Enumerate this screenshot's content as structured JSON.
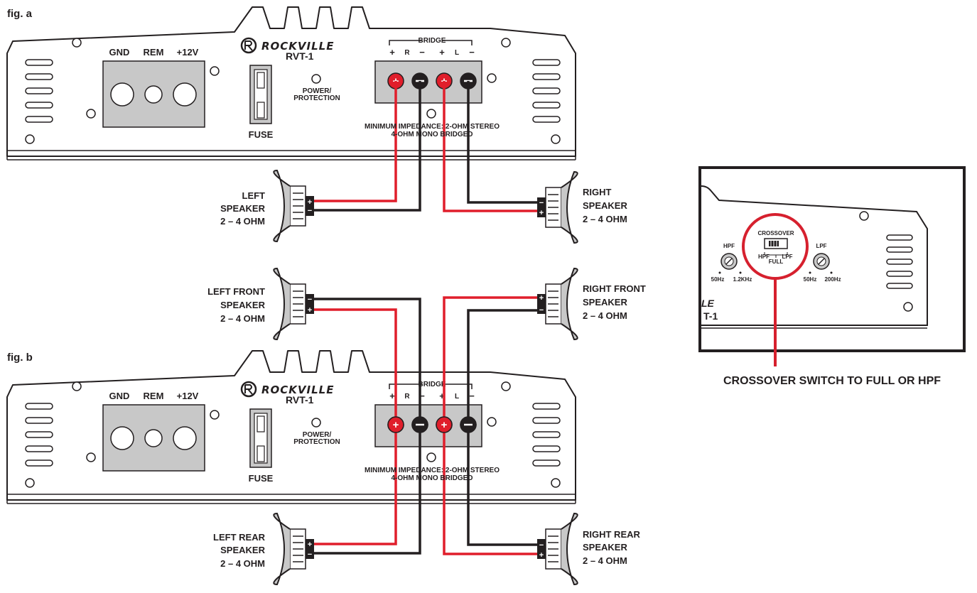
{
  "colors": {
    "wire_pos": "#e01e2b",
    "wire_neg": "#231f20",
    "panel": "#c8c8c8",
    "outline": "#231f20",
    "highlight": "#d6202e"
  },
  "figures": {
    "a": "fig. a",
    "b": "fig. b"
  },
  "amp": {
    "brand": "ROCKVILLE",
    "model": "RVT-1",
    "power_terminals": [
      "GND",
      "REM",
      "+12V"
    ],
    "fuse": "FUSE",
    "power_led": [
      "POWER/",
      "PROTECTION"
    ],
    "bridge": "BRIDGE",
    "speaker_terminals": [
      "+",
      "R",
      "−",
      "+",
      "L",
      "−"
    ],
    "impedance_note": [
      "MINIMUM IMPEDANCE: 2-OHM STEREO",
      "4-OHM MONO BRIDGED"
    ]
  },
  "speakers": {
    "left": [
      "LEFT",
      "SPEAKER",
      "2 – 4 OHM"
    ],
    "right": [
      "RIGHT",
      "SPEAKER",
      "2 – 4 OHM"
    ],
    "left_front": [
      "LEFT FRONT",
      "SPEAKER",
      "2 – 4 OHM"
    ],
    "right_front": [
      "RIGHT FRONT",
      "SPEAKER",
      "2 – 4 OHM"
    ],
    "left_rear": [
      "LEFT REAR",
      "SPEAKER",
      "2 – 4 OHM"
    ],
    "right_rear": [
      "RIGHT REAR",
      "SPEAKER",
      "2 – 4 OHM"
    ]
  },
  "inset": {
    "crossover": "CROSSOVER",
    "hpf": "HPF",
    "lpf": "LPF",
    "full": "FULL",
    "hpf_min": "50Hz",
    "hpf_max": "1.2KHz",
    "lpf_min": "50Hz",
    "lpf_max": "200Hz",
    "model_fragment_top": "LE",
    "model_fragment_bottom": "T-1",
    "caption": "CROSSOVER SWITCH TO FULL OR HPF"
  }
}
